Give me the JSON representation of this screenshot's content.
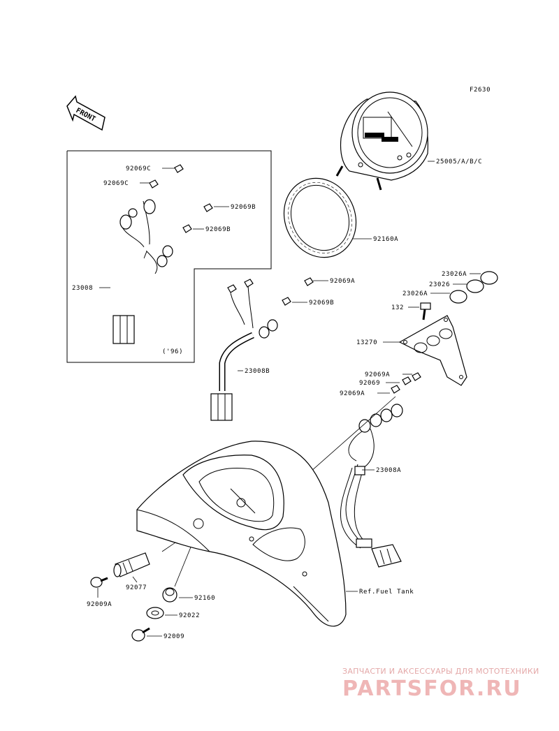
{
  "figure_code": "F2630",
  "front_label": "FRONT",
  "year_note": "('96)",
  "labels": {
    "p25005": "25005/A/B/C",
    "p92160A": "92160A",
    "p92069C_1": "92069C",
    "p92069C_2": "92069C",
    "p92069B_1": "92069B",
    "p92069B_2": "92069B",
    "p23008": "23008",
    "p92069A_1": "92069A",
    "p92069B_3": "92069B",
    "p23008B": "23008B",
    "p23026A_1": "23026A",
    "p23026": "23026",
    "p23026A_2": "23026A",
    "p132": "132",
    "p13270": "13270",
    "p92069A_2": "92069A",
    "p92069": "92069",
    "p92069A_3": "92069A",
    "p23008A": "23008A",
    "ref_fuel_tank": "Ref.Fuel Tank",
    "p92077": "92077",
    "p92009A": "92009A",
    "p92160": "92160",
    "p92022": "92022",
    "p92009": "92009"
  },
  "watermark": {
    "tagline": "ЗАПЧАСТИ И АКСЕССУАРЫ ДЛЯ МОТОТЕХНИКИ",
    "brand": "PARTSFOR.RU"
  }
}
